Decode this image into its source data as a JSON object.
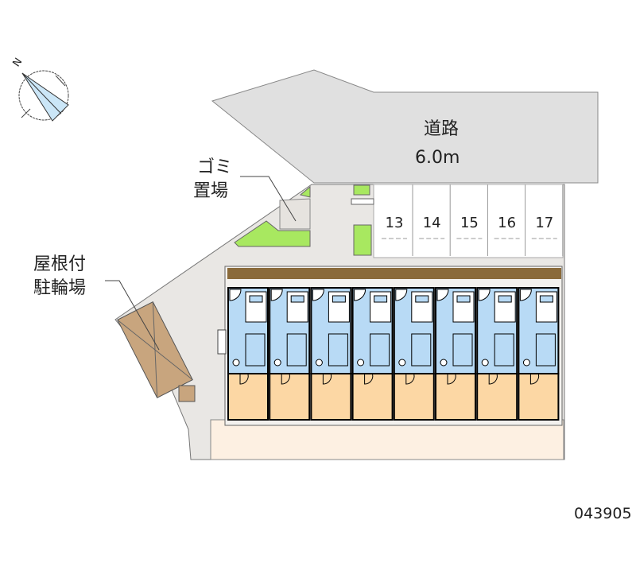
{
  "road": {
    "name": "道路",
    "width": "6.0m"
  },
  "labels": {
    "garbage_line1": "ゴミ",
    "garbage_line2": "置場",
    "bike_line1": "屋根付",
    "bike_line2": "駐輪場"
  },
  "compass": {
    "north_label": "N"
  },
  "parking_spaces": [
    "13",
    "14",
    "15",
    "16",
    "17"
  ],
  "unit_count": 8,
  "property_code": "043905",
  "colors": {
    "road": "#e0e0e0",
    "site": "#e9e7e4",
    "unit_wet": "#b8daf5",
    "unit_room": "#fcd7a4",
    "yard": "#fdf0e2",
    "green": "#a8e860",
    "bike_shelter": "#c8a57e",
    "hedge": "#8a6a3a"
  }
}
